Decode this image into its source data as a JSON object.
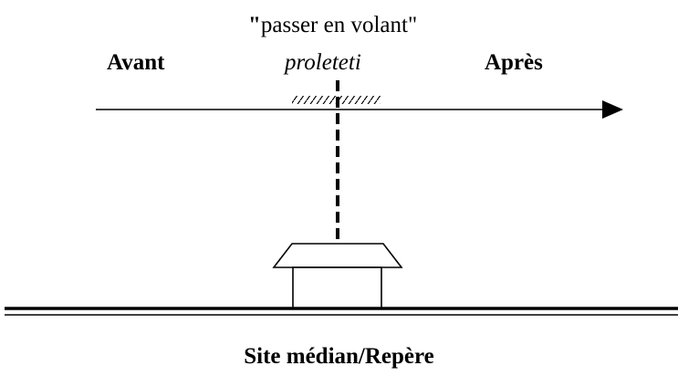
{
  "labels": {
    "gloss_open_quote": "\"",
    "gloss_text": "passer en volant\"",
    "term": "proleteti",
    "before": "Avant",
    "after": "Après",
    "caption": "Site médian/Repère"
  },
  "colors": {
    "ink": "#000000",
    "background": "#ffffff"
  }
}
